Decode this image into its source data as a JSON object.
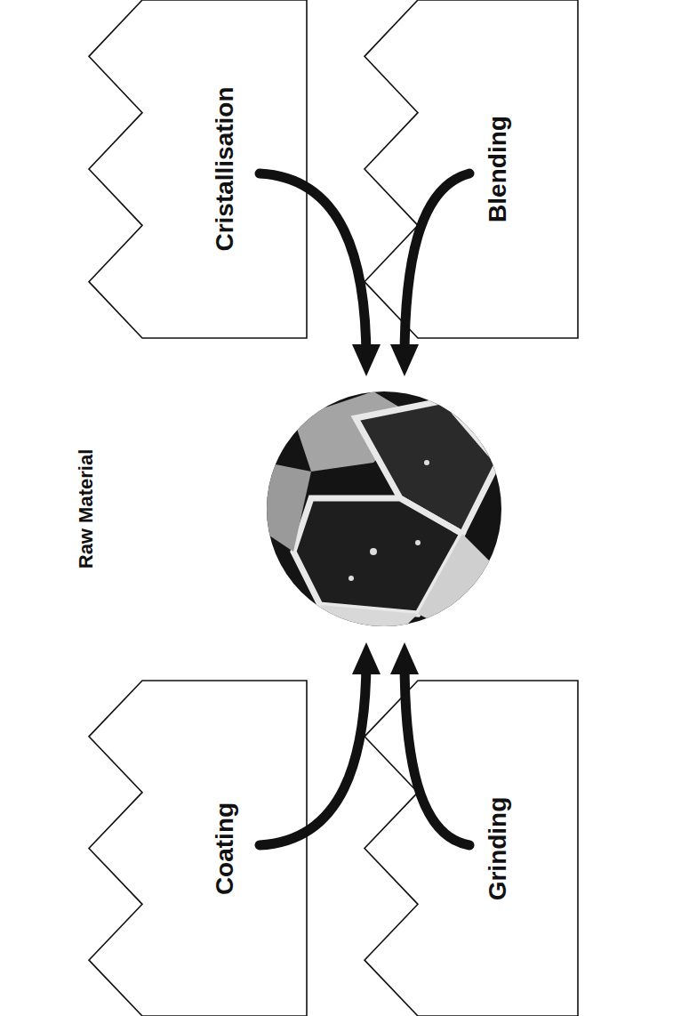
{
  "diagram": {
    "nodes": [
      {
        "text": [
          "Cristallisation"
        ]
      },
      {
        "text": [
          "Blending"
        ]
      },
      {
        "text": [
          "Coating"
        ]
      },
      {
        "text": [
          "Grinding"
        ]
      }
    ],
    "labels": [
      "Raw Material"
    ]
  }
}
